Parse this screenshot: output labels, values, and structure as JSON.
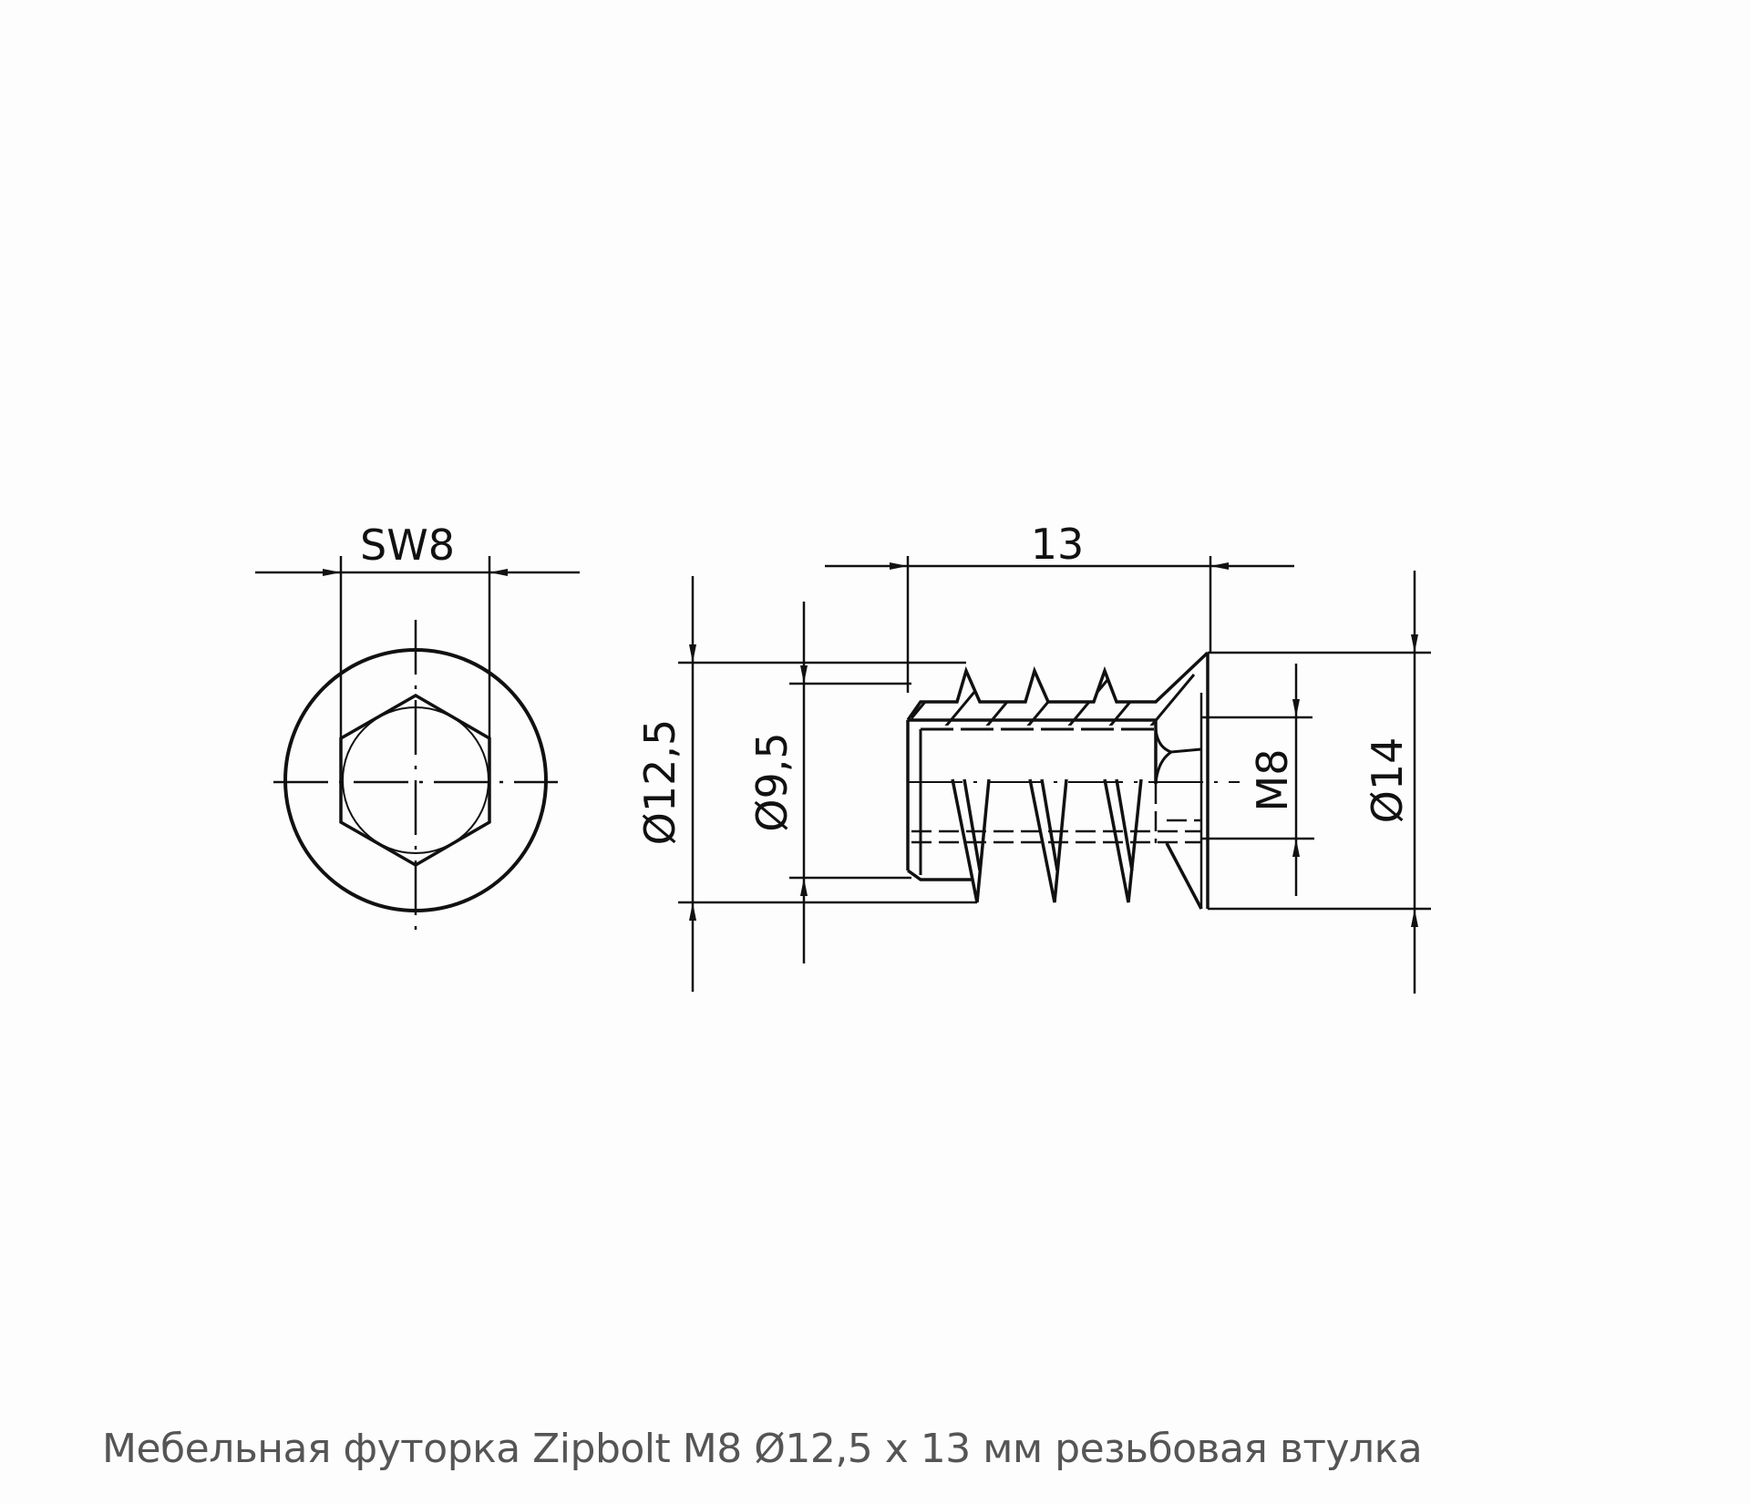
{
  "drawing": {
    "title": "Technical drawing of furniture threaded insert",
    "end_view": {
      "label": "SW8",
      "description": "End view with hexagon socket"
    },
    "side_view": {
      "length_label": "13",
      "outer_thread_diameter_label": "Ø12,5",
      "core_diameter_label": "Ø9,5",
      "inner_thread_label": "M8",
      "flange_diameter_label": "Ø14"
    },
    "line_color": "#111111",
    "background_color": "#fdfdfd"
  },
  "caption": {
    "text": "Мебельная футорка Zipbolt M8 Ø12,5 x 13 мм резьбовая втулка",
    "color": "#555555"
  }
}
